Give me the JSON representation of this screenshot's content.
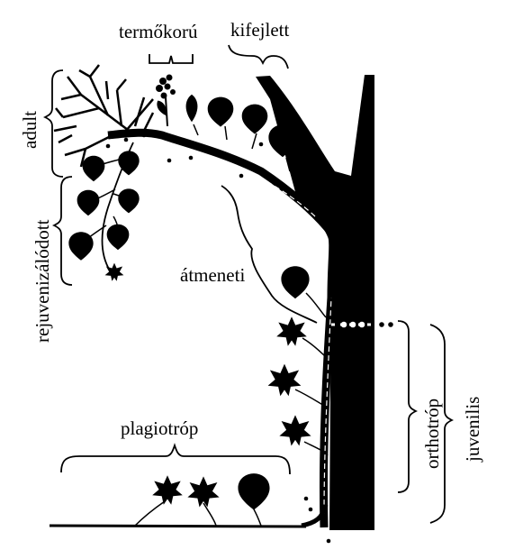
{
  "labels": {
    "termokoru": "termőkorú",
    "kifejlett": "kifejlett",
    "adult": "adult",
    "rejuvenizalodott": "rejuvenizálódott",
    "atmeneti": "átmeneti",
    "plagiotrop": "plagiotróp",
    "orthotrop": "orthotróp",
    "juvenilis": "juvenilis"
  },
  "colors": {
    "ink": "#000000",
    "paper": "#ffffff"
  }
}
